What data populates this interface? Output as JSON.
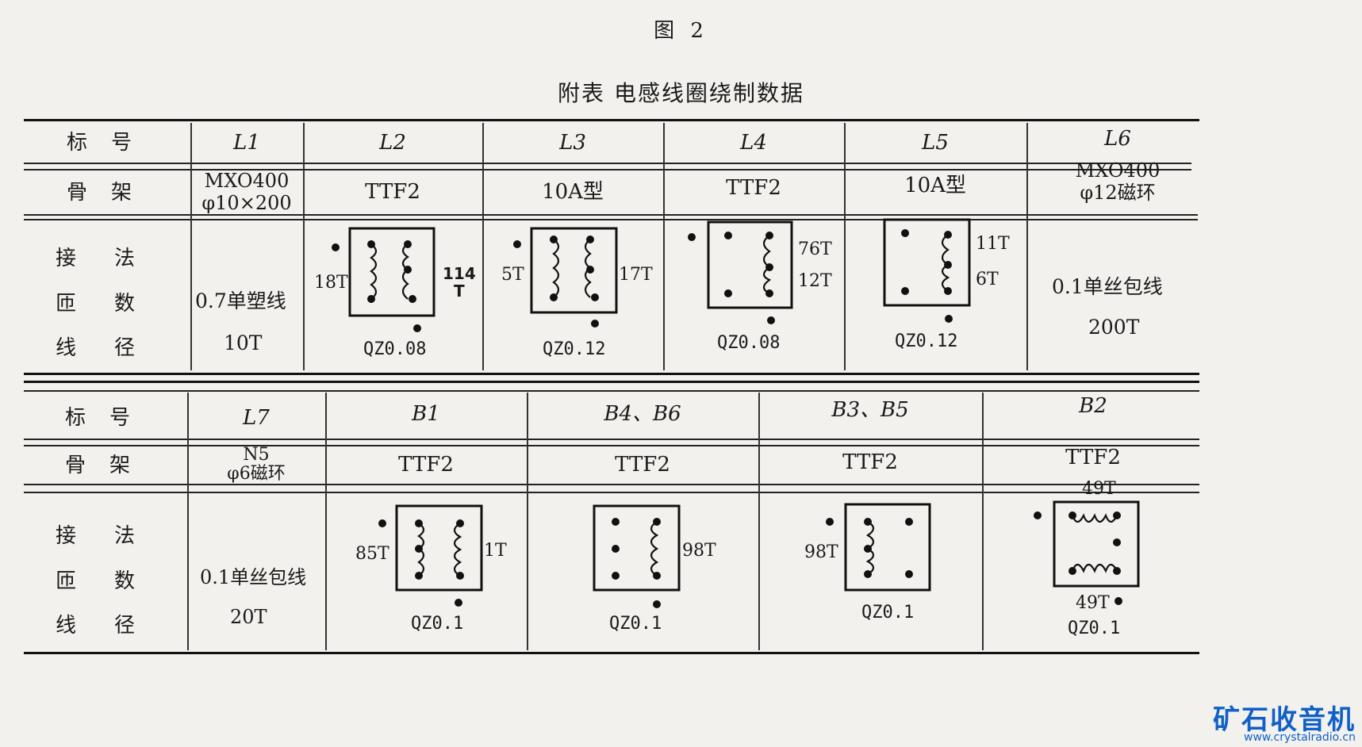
{
  "figure_label": "图 2",
  "table_title": "附表  电感线圈绕制数据",
  "row_labels": {
    "id": "标号",
    "core": "骨架",
    "wiring": [
      "接法",
      "匝数",
      "线径"
    ]
  },
  "table1": {
    "ids": [
      "L1",
      "L2",
      "L3",
      "L4",
      "L5",
      "L6"
    ],
    "cores": {
      "L1": [
        "MXO400",
        "φ10×200"
      ],
      "L2": "TTF2",
      "L3": "10A型",
      "L4": "TTF2",
      "L5": "10A型",
      "L6": [
        "MXO400",
        "φ12磁环"
      ]
    },
    "L1": {
      "wire": "0.7单塑线",
      "turns": "10T"
    },
    "L2": {
      "left": "18T",
      "right": "114\nT",
      "wire": "QZ0.08"
    },
    "L3": {
      "left": "5T",
      "right": "17T",
      "wire": "QZ0.12"
    },
    "L4": {
      "upper": "76T",
      "lower": "12T",
      "wire": "QZ0.08"
    },
    "L5": {
      "upper": "11T",
      "lower": "6T",
      "wire": "QZ0.12"
    },
    "L6": {
      "wire": "0.1单丝包线",
      "turns": "200T"
    }
  },
  "table2": {
    "ids": [
      "L7",
      "B1",
      "B4、B6",
      "B3、B5",
      "B2"
    ],
    "cores": {
      "L7": [
        "N5",
        "φ6磁环"
      ],
      "B1": "TTF2",
      "B4B6": "TTF2",
      "B3B5": "TTF2",
      "B2": "TTF2"
    },
    "L7": {
      "wire": "0.1单丝包线",
      "turns": "20T"
    },
    "B1": {
      "left": "85T",
      "right": "1T",
      "wire": "QZ0.1"
    },
    "B4B6": {
      "right": "98T",
      "wire": "QZ0.1"
    },
    "B3B5": {
      "left": "98T",
      "wire": "QZ0.1"
    },
    "B2": {
      "top": "49T",
      "bottom": "49T",
      "wire": "QZ0.1"
    }
  },
  "watermark": {
    "name": "矿石收音机",
    "url": "www.crystalradio.cn"
  },
  "colors": {
    "ink": "#1a1a1a",
    "paper": "#f2f1ee",
    "watermark": "#1060c8"
  }
}
